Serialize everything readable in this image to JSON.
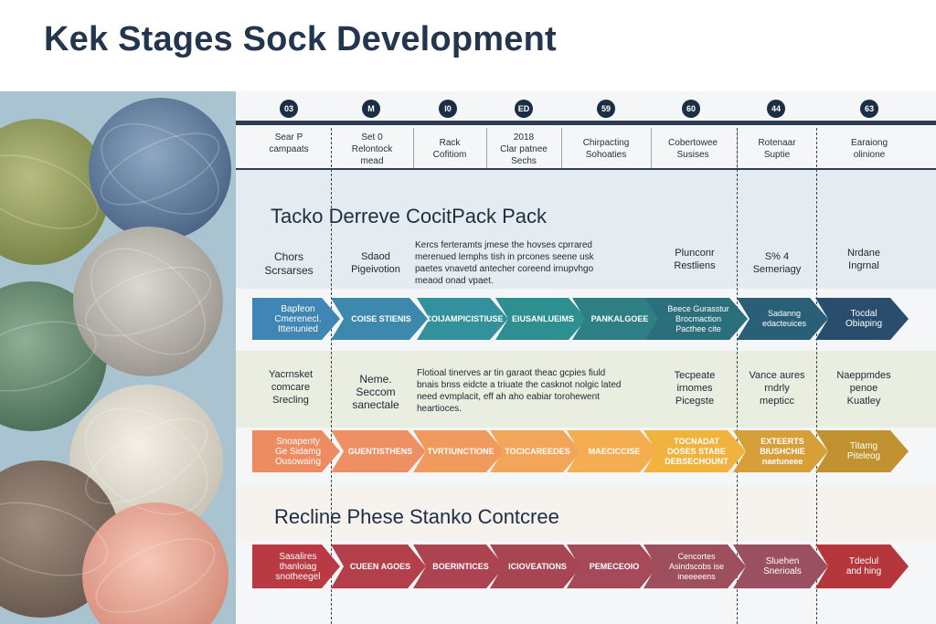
{
  "title": "Kek Stages Sock Development",
  "stage_numbers": [
    "03",
    "M",
    "l0",
    "ED",
    "59",
    "60",
    "44",
    "63"
  ],
  "stage_heads": [
    "Sear P\ncampaats",
    "Set 0\nRelontock\nmead",
    "Rack\nCofitiom",
    "2018\nClar patnee\nSechs",
    "Chirpacting\nSohoaties",
    "Cobertowee\nSusises",
    "Rotenaar\nSuptie",
    "Earaiong\nolinione"
  ],
  "sections": {
    "s1_title": "Tacko Derreve CocitPack Pack",
    "s3_title": "Recline Phese Stanko Contcree"
  },
  "row1_text": {
    "c1": "Chors\nScrsarses",
    "c2": "Sdaod\nPigeivotion",
    "c3": "Kercs ferteramts jmese the hovses cprrared\nmerenued lemphs tish in prcones seene usk\npaetes vnavetd antecher coreend irnupvhgo\nmeaod onad vpaet.",
    "c6": "Plunconr\nRestliens",
    "c7": "S% 4\nSemeriagy",
    "c8": "Nrdane\nIngrnal"
  },
  "row2_text": {
    "c1": "Yacrnsket\ncomcare\nSrecling",
    "c2": "Neme.\nSeccom\nsanectale",
    "c3": "Flotioal tinerves ar tin garaot theac gcpies fiuld\nbnais bnss eidcte a triuate the casknot nolgic lated\nneed evmplacit, eff ah aho eabiar torohewent\nheartioces.",
    "c6": "Tecpeate\nirnomes\nPicegste",
    "c7": "Vance aures\nrndrly\nmepticc",
    "c8": "Naeppmdes\npenoe\nKuatley"
  },
  "chevrons": {
    "blue": [
      "Bapfeon\nCmerenecl.\nIttenunied",
      "COISE STIENIS",
      "COIJAMPICISTIUSE",
      "EIUSANLUEIMS",
      "PANKALGOEE",
      "Beece Gurasstur\nBrocmaction\nPacthee cite",
      "Sadanng\nedacteuices",
      "Tocdal\nObiaping"
    ],
    "orange": [
      "Snoapenty\nGe Sidamg\nOusowaing",
      "GUENTISTHENS",
      "TVRTIUNCTIONE",
      "TOCICAREEDES",
      "MAECICCISE",
      "TOCNADAT\nDOSES STABE\nDEBSECHOUNT",
      "EXTEERTS\nBIUSHCHIE\nnaetuneee",
      "Titamg\nPiteleog"
    ],
    "red": [
      "Sasalires\nthanloiag\nsnotheegel",
      "CUEEN AGOES",
      "BOERINTICES",
      "ICIOVEATIONS",
      "PEMECEOIO",
      "Cencortes\nAsindscobs ise\nineeeeens",
      "Sluehen\nSnerioals",
      "Tdeclul\nand hing"
    ]
  },
  "colors": {
    "blue": [
      "#3f86b4",
      "#3d88ad",
      "#33919d",
      "#2d8f8f",
      "#2d7f84",
      "#2b6f7c",
      "#2a5f78",
      "#294d6d"
    ],
    "orange": [
      "#ee8c61",
      "#ee9064",
      "#f09a5e",
      "#f3a65a",
      "#f4ad50",
      "#f1b33d",
      "#d79f39",
      "#c39230"
    ],
    "red": [
      "#b93a43",
      "#b23f49",
      "#ad4250",
      "#a84553",
      "#a64a59",
      "#9e4f5e",
      "#9a5060",
      "#b5373c"
    ]
  }
}
